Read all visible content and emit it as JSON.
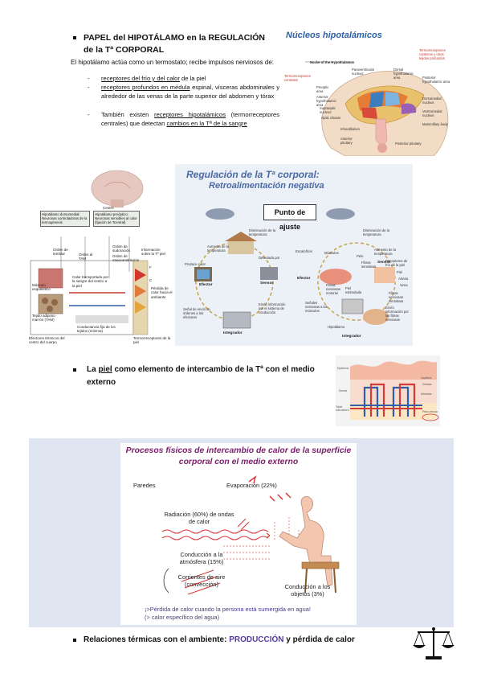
{
  "section1": {
    "title": "PAPEL del HIPOTÁLAMO en la REGULACIÓN de la Tª CORPORAL",
    "intro": "El hipotálamo actúa como un termostato; recibe impulsos nerviosos de:",
    "items": [
      {
        "u": "receptores del frío y del calor",
        "rest": " de la piel"
      },
      {
        "u": "receptores profundos en médula",
        "rest": " espinal, vísceras abdominales y alrededor de las venas de la parte superior del abdomen y tórax"
      },
      {
        "pre": "También existen ",
        "u": "receptores hipotalámicos",
        "mid": " (termorreceptores centrales) que detectan ",
        "u2": "cambios en la Tª de la sangre"
      }
    ]
  },
  "nuclei_figure": {
    "title": "Núcleos hipotalámicos",
    "labels": {
      "nuclei_of_hypothalamus": "Nuclei of the Hypothalamus",
      "termo_centrales": "Termorreceptores centrales",
      "termo_cutaneos": "Termorreceptores cutáneos y otros tejidos profundos",
      "paraventricular": "Paraventricular nucleus",
      "dorsal_hyp": "Dorsal hypothalamic area",
      "posterior_hyp": "Posterior hypothalamic area",
      "preoptic": "Preoptic area",
      "anterior_hyp": "Anterior hypothalamic area",
      "supraoptic": "Supraoptic nucleus",
      "optic_chiasm": "Optic chiasm",
      "dorsomedial": "Dorsomedial nucleus",
      "ventromedial": "Ventromedial nucleus",
      "mammillary": "Mammillary body",
      "infundibulum": "Infundibulum",
      "anterior_pituitary": "Anterior pituitary",
      "posterior_pituitary": "Posterior pituitary"
    }
  },
  "thermo_diagram": {
    "centro": "Centro",
    "hip_dorso": "Hipotálamo dorsomedial: Neuronas controladoras de la termogénesis",
    "hip_preop": "Hipotálamo preóptico: Neuronas sensibles al calor (fijación de Tcentral)",
    "orden_temblar": "Orden de temblar",
    "orden_tam": "Orden al TAM",
    "orden_sudoracion": "Orden de sudoración",
    "orden_vasoconstriccion": "Orden de vasoconstricción",
    "info_piel": "Información sobre la Tª piel",
    "musculo": "Músculo esquelético",
    "tam": "Tejido adiposo marrón (TAM)",
    "calor_transportado": "Calor transportado por la sangre del centro a la piel",
    "conductancia": "Conductancia fija de los tejidos (mínima)",
    "perdida": "Pérdida de calor hacia el ambiente",
    "efectores": "Efectores térmicos del centro del cuerpo",
    "termorreceptores": "Termorreceptores de la piel",
    "scale_f": "F",
    "scale_c": "C"
  },
  "feedback_figure": {
    "title1": "Regulación de la Tª corporal:",
    "title2": "Retroalimentación negativa",
    "punto": "Punto de ajuste",
    "left": {
      "dism_temp": "Disminución de la temperatura",
      "aumento": "Aumento de la temperatura",
      "produce_calor": "Produce calor",
      "detectado": "Detectado por",
      "efector": "Efector",
      "sensor": "Sensor",
      "senal": "Señal de envío de órdenes a los efectores",
      "envio": "Envío información por el sistema de conducción",
      "integrador": "Integrador"
    },
    "right": {
      "dism_temp": "Disminución de la temperatura",
      "aumento": "Aumento de la temperatura",
      "escalofrios": "Escalofríos",
      "musculos": "Músculos",
      "pelo": "Pelo",
      "fibras_sens": "Fibras sensitivas",
      "receptores_frio": "Receptores de frío de la piel",
      "piel_estimulada": "Piel estimulada",
      "efector": "Efector",
      "sensor": "Sensor",
      "fibras_motoras": "Fibras nerviosas motoras",
      "senales": "Señales nerviosas a los músculos",
      "arteria": "Arteria",
      "vena": "Vena",
      "piel": "Piel",
      "fibras_nerv": "Fibras nerviosas sensitivas",
      "envio": "Envío información por las fibras nerviosas",
      "hipotalamo": "Hipotálamo",
      "integrador": "Integrador"
    }
  },
  "section2": {
    "pre": "La ",
    "u": "piel",
    "post": " como elemento de intercambio de la Tª con el medio externo"
  },
  "skin_figure": {
    "labels": [
      "Epidermis",
      "Dermis",
      "Tejido subcutáneo",
      "Capilares",
      "Vénulas",
      "Arteriolas",
      "Plexo venoso"
    ]
  },
  "heat_figure": {
    "title": "Procesos físicos de intercambio de calor de la superficie corporal con el medio externo",
    "paredes": "Paredes",
    "evaporacion": "Evaporación (22%)",
    "radiacion": "Radiación (60%) de ondas de calor",
    "conduccion_atm": "Conducción a la atmósfera (15%)",
    "corrientes": "Corrientes de aire (convección)",
    "conduccion_obj": "Conducción a los objetos (3%)",
    "note1": "¡>Pérdida de calor cuando la persona está sumergida en agua!",
    "note2": "(> calor específico del agua)"
  },
  "section3": {
    "pre": "Relaciones térmicas con el ambiente: ",
    "highlight": "PRODUCCIÓN",
    "post": " y pérdida de calor"
  },
  "colors": {
    "accent_blue": "#2d5fa6",
    "title_purple": "#7a1e6c",
    "note_purple": "#4a3a8c",
    "panel_blue": "#dfe6f1",
    "heat_red": "#d63a3a"
  }
}
